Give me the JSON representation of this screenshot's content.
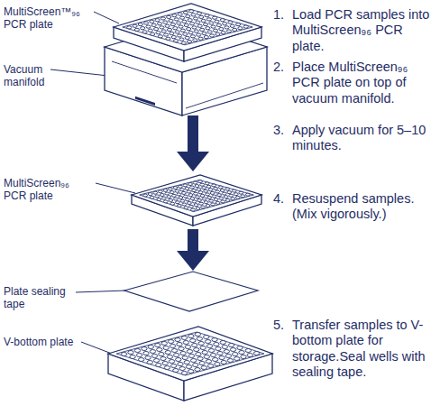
{
  "diagram": {
    "labels": [
      "MultiScreen™₉₆ PCR plate",
      "Vacuum manifold",
      "MultiScreen₉₆ PCR plate",
      "Plate sealing tape",
      "V-bottom plate",
      "1.",
      "Load PCR samples into MultiScreen₉₆ PCR plate.",
      "2.",
      "Place MultiScreen₉₆ PCR plate on top of vacuum manifold.",
      "3.",
      "Apply vacuum for 5–10 minutes.",
      "4.",
      "Resuspend samples. (Mix vigorously.)",
      "5.",
      "Transfer samples to V-bottom plate for storage.Seal wells with sealing tape."
    ]
  }
}
